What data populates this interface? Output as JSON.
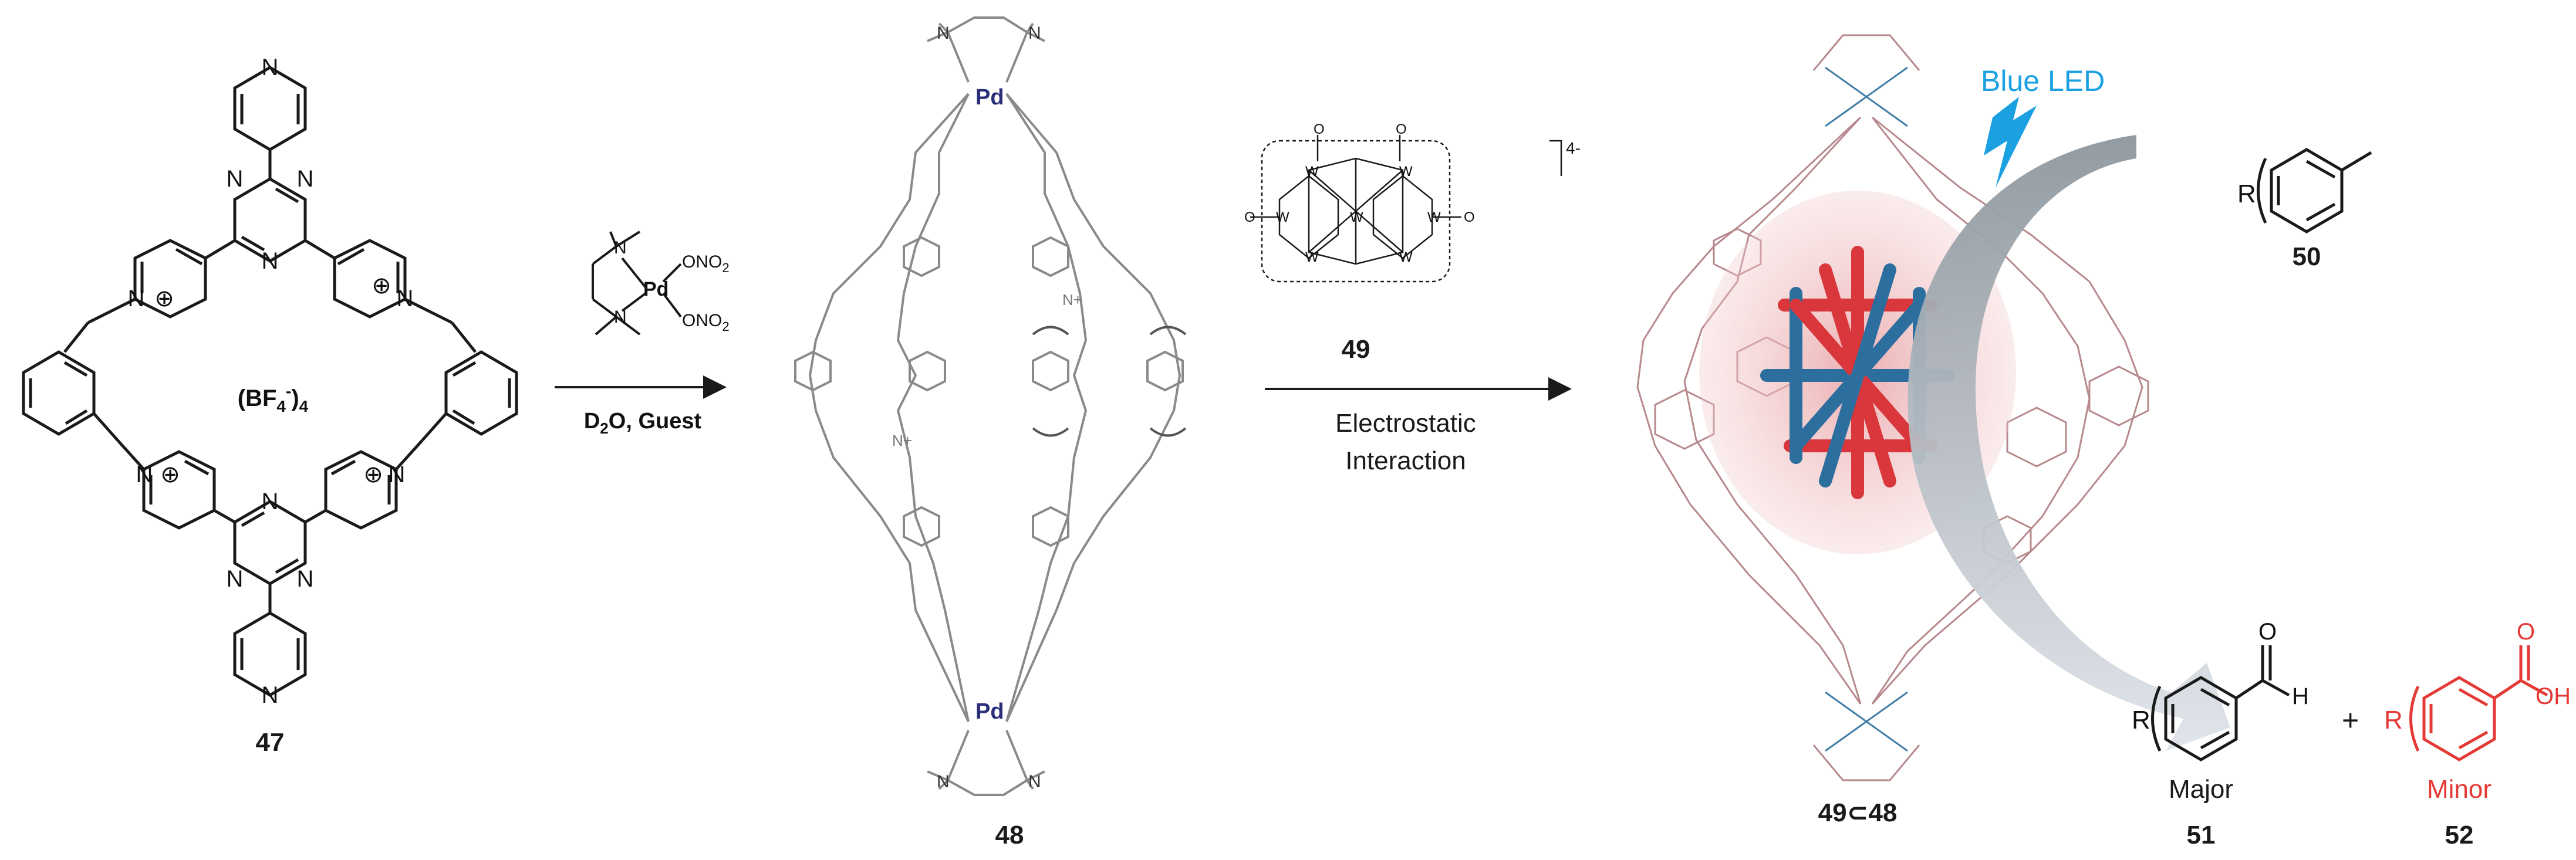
{
  "compound_47": {
    "label": "47",
    "counterion_main": "(BF",
    "counterion_sub": "4",
    "counterion_sup": "-",
    "counterion_tail": ")",
    "counterion_count": "4",
    "atom_N": "N",
    "charge": "⊕"
  },
  "step1": {
    "reagent_N": "N",
    "reagent_Pd": "Pd",
    "reagent_ONO2": "ONO",
    "reagent_ONO2_sub": "2",
    "conditions_D": "D",
    "conditions_sub": "2",
    "conditions_rest": "O, Guest"
  },
  "compound_48": {
    "label": "48",
    "metal": "Pd",
    "atom_N": "N",
    "cation": "N+"
  },
  "compound_49": {
    "label": "49",
    "charge": "4-",
    "atom_W": "W",
    "atom_O": "O"
  },
  "step2": {
    "line1": "Electrostatic",
    "line2": "Interaction"
  },
  "complex": {
    "label": "49⊂48",
    "light": "Blue LED"
  },
  "compound_50": {
    "label": "50",
    "substituent": "R"
  },
  "compound_51": {
    "label": "51",
    "descriptor": "Major",
    "substituent": "R",
    "H": "H",
    "O": "O"
  },
  "plus_sign": "+",
  "compound_52": {
    "label": "52",
    "descriptor": "Minor",
    "substituent": "R",
    "O": "O",
    "OH": "OH"
  },
  "colors": {
    "ink": "#1a1a1a",
    "blue_led": "#1ba1e2",
    "minor_red": "#e53935",
    "pd_blue": "#2b2f7a",
    "cage_rose": "#b07c80",
    "polyoxo_red": "#d9373b",
    "polyoxo_blue": "#2c6f9e",
    "gray_arrow": "#9aa3aa"
  }
}
